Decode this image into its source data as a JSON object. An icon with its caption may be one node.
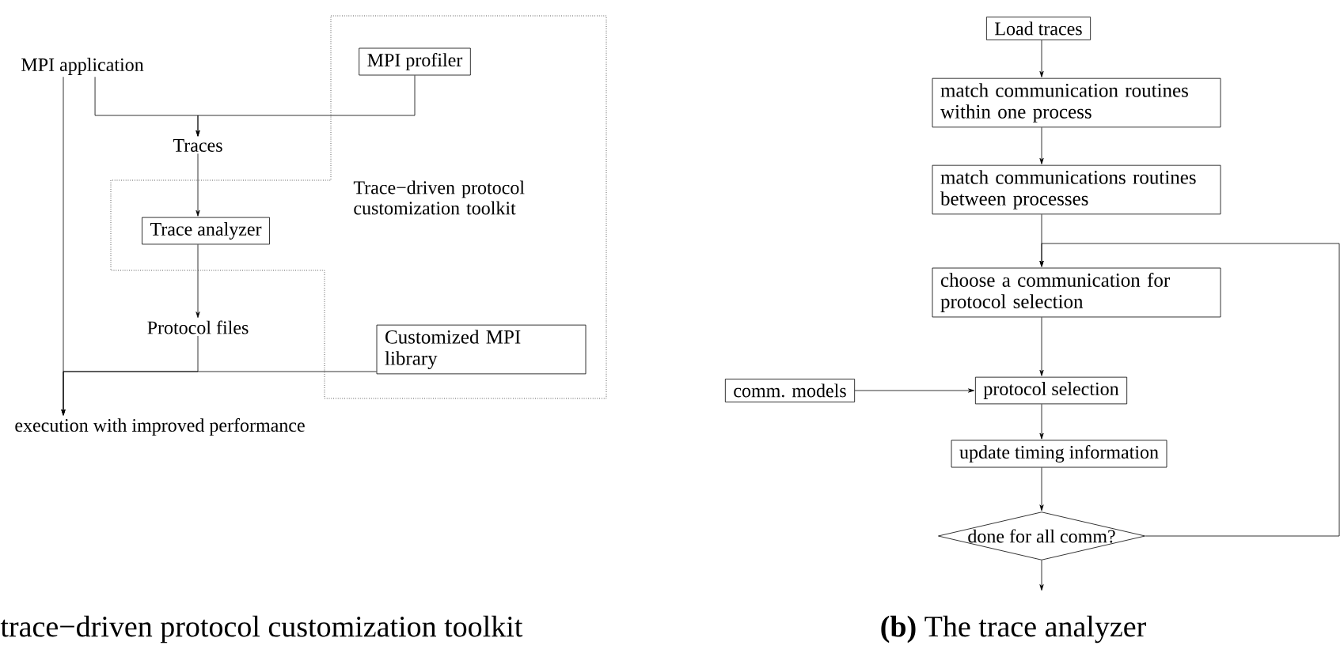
{
  "diagram": {
    "nodes": [
      {
        "text": [
          "MPI application"
        ]
      },
      {
        "text": [
          "Trace−driven protocol customization toolkit"
        ]
      },
      {
        "text": [
          "MPI profiler"
        ],
        "in": 1
      },
      {
        "text": [
          "Traces"
        ]
      },
      {
        "text": [
          "Trace analyzer"
        ],
        "in": 1
      },
      {
        "text": [
          "Protocol files"
        ]
      },
      {
        "text": [
          "Customized MPI library"
        ],
        "in": 1
      },
      {
        "text": [
          "execution with improved performance"
        ]
      },
      {
        "text": [
          "Load traces"
        ]
      },
      {
        "text": [
          "match communication routines within one process"
        ]
      },
      {
        "text": [
          "match communications routines between processes"
        ]
      },
      {
        "text": [
          "choose a communication for protocol selection"
        ]
      },
      {
        "text": [
          "comm. models"
        ]
      },
      {
        "text": [
          "protocol selection"
        ]
      },
      {
        "text": [
          "update timing information"
        ]
      },
      {
        "text": [
          "done for all comm?"
        ]
      }
    ],
    "edges": [
      {
        "from": 0,
        "to": 3,
        "arrow": "to"
      },
      {
        "from": 2,
        "to": 3,
        "arrow": "to"
      },
      {
        "from": 3,
        "to": 4,
        "arrow": "to"
      },
      {
        "from": 4,
        "to": 5,
        "arrow": "to"
      },
      {
        "from": 0,
        "to": 7,
        "arrow": "to"
      },
      {
        "from": 5,
        "to": 7,
        "arrow": "to"
      },
      {
        "from": 6,
        "to": 7,
        "arrow": "to"
      },
      {
        "from": 8,
        "to": 9,
        "arrow": "to"
      },
      {
        "from": 9,
        "to": 10,
        "arrow": "to"
      },
      {
        "from": 10,
        "to": 11,
        "arrow": "to"
      },
      {
        "from": 15,
        "to": 11,
        "arrow": "to"
      },
      {
        "from": 11,
        "to": 13,
        "arrow": "to"
      },
      {
        "from": 12,
        "to": 13,
        "arrow": "to"
      },
      {
        "from": 13,
        "to": 14,
        "arrow": "to"
      },
      {
        "from": 14,
        "to": 15,
        "arrow": "to"
      },
      {
        "from": 15,
        "to": null,
        "arrow": "to"
      }
    ],
    "labels": [
      "trace−driven protocol customization toolkit",
      "**(b)** The trace analyzer"
    ]
  }
}
